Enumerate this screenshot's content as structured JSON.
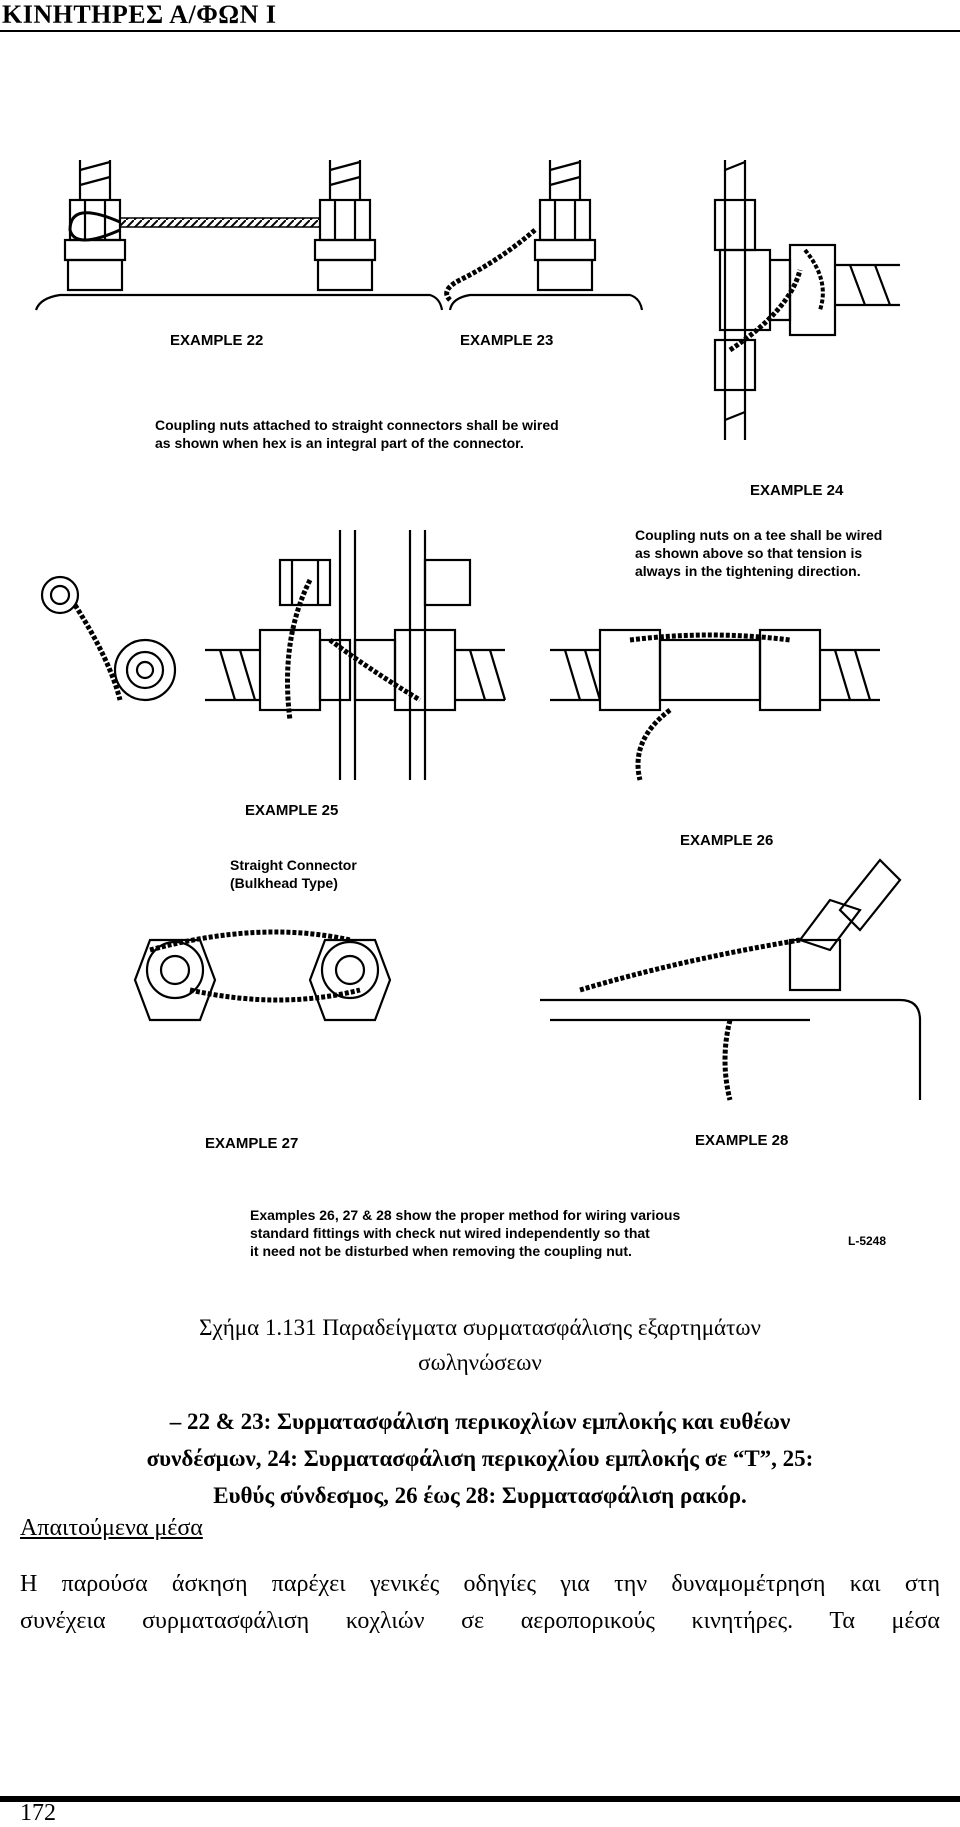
{
  "header": {
    "title": "ΚΙΝΗΤΗΡΕΣ Α/ΦΩΝ Ι"
  },
  "figure": {
    "ex22": "EXAMPLE 22",
    "ex23": "EXAMPLE 23",
    "ex24": "EXAMPLE 24",
    "ex25": "EXAMPLE 25",
    "ex26": "EXAMPLE 26",
    "ex27": "EXAMPLE 27",
    "ex28": "EXAMPLE 28",
    "note1_l1": "Coupling nuts attached to straight connectors shall be wired",
    "note1_l2": "as shown when hex is an integral part of the connector.",
    "note2_l1": "Coupling nuts on a tee shall be wired",
    "note2_l2": "as shown above so that tension is",
    "note2_l3": "always in the tightening direction.",
    "note3_l1": "Straight Connector",
    "note3_l2": "(Bulkhead Type)",
    "note4_l1": "Examples 26, 27 & 28 show the proper method for wiring various",
    "note4_l2": "standard fittings with check nut wired independently so that",
    "note4_l3": "it need not be disturbed when removing the coupling nut.",
    "ref": "L-5248"
  },
  "caption": {
    "line1": "Σχήμα 1.131 Παραδείγματα συρματασφάλισης εξαρτημάτων",
    "line2": "σωληνώσεων",
    "bold_l1": "– 22 & 23: Συρματασφάλιση περικοχλίων εμπλοκής και ευθέων",
    "bold_l2": "συνδέσμων, 24: Συρματασφάλιση περικοχλίου εμπλοκής σε “Τ”, 25:",
    "bold_l3": "Ευθύς σύνδεσμος, 26 έως 28: Συρματασφάλιση ρακόρ."
  },
  "section": {
    "heading": "Απαιτούμενα μέσα"
  },
  "body": {
    "l1": "Η παρούσα άσκηση παρέχει γενικές οδηγίες για την δυναμομέτρηση και στη",
    "l2": "συνέχεια συρματασφάλιση κοχλιών σε αεροπορικούς κινητήρες. Τα μέσα"
  },
  "footer": {
    "page": "172"
  }
}
